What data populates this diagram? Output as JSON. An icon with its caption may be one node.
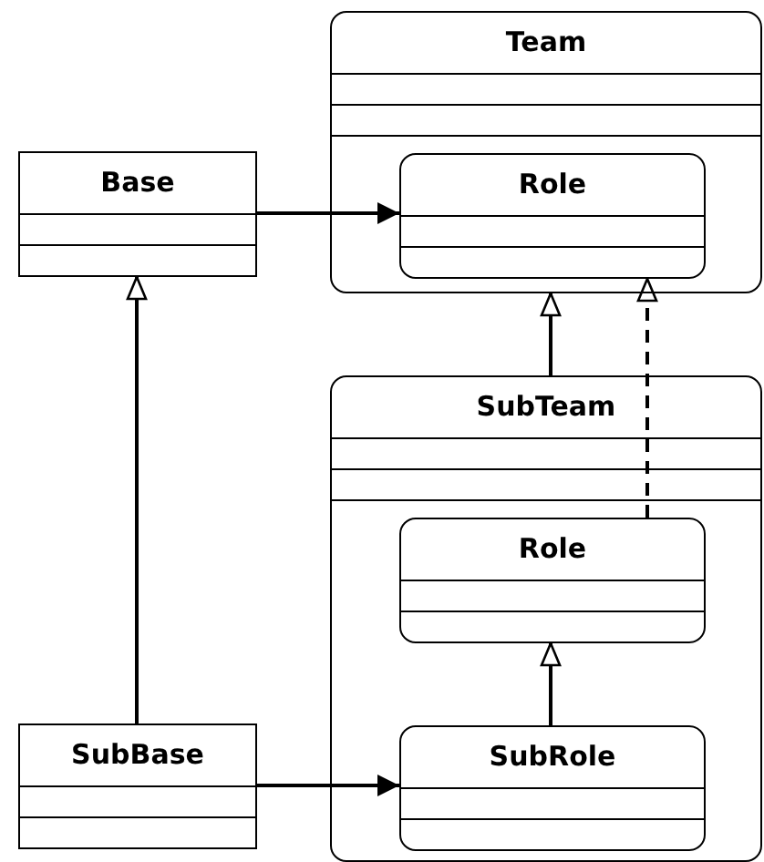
{
  "diagram": {
    "nodes": [
      {
        "text": [
          "Base"
        ]
      },
      {
        "text": [
          "Team"
        ]
      },
      {
        "text": [
          "Role"
        ],
        "in": 1
      },
      {
        "text": [
          "SubTeam"
        ]
      },
      {
        "text": [
          "Role"
        ],
        "in": 3
      },
      {
        "text": [
          "SubRole"
        ],
        "in": 3
      },
      {
        "text": [
          "SubBase"
        ]
      }
    ],
    "edges": [
      {
        "from": 0,
        "to": 2,
        "arrow": "to"
      },
      {
        "from": 6,
        "to": 0,
        "arrow": "to"
      },
      {
        "from": 3,
        "to": 1,
        "arrow": "to"
      },
      {
        "from": 4,
        "to": 2,
        "arrow": "to",
        "style": "dashed"
      },
      {
        "from": 5,
        "to": 4,
        "arrow": "to"
      },
      {
        "from": 6,
        "to": 5,
        "arrow": "to"
      }
    ]
  }
}
